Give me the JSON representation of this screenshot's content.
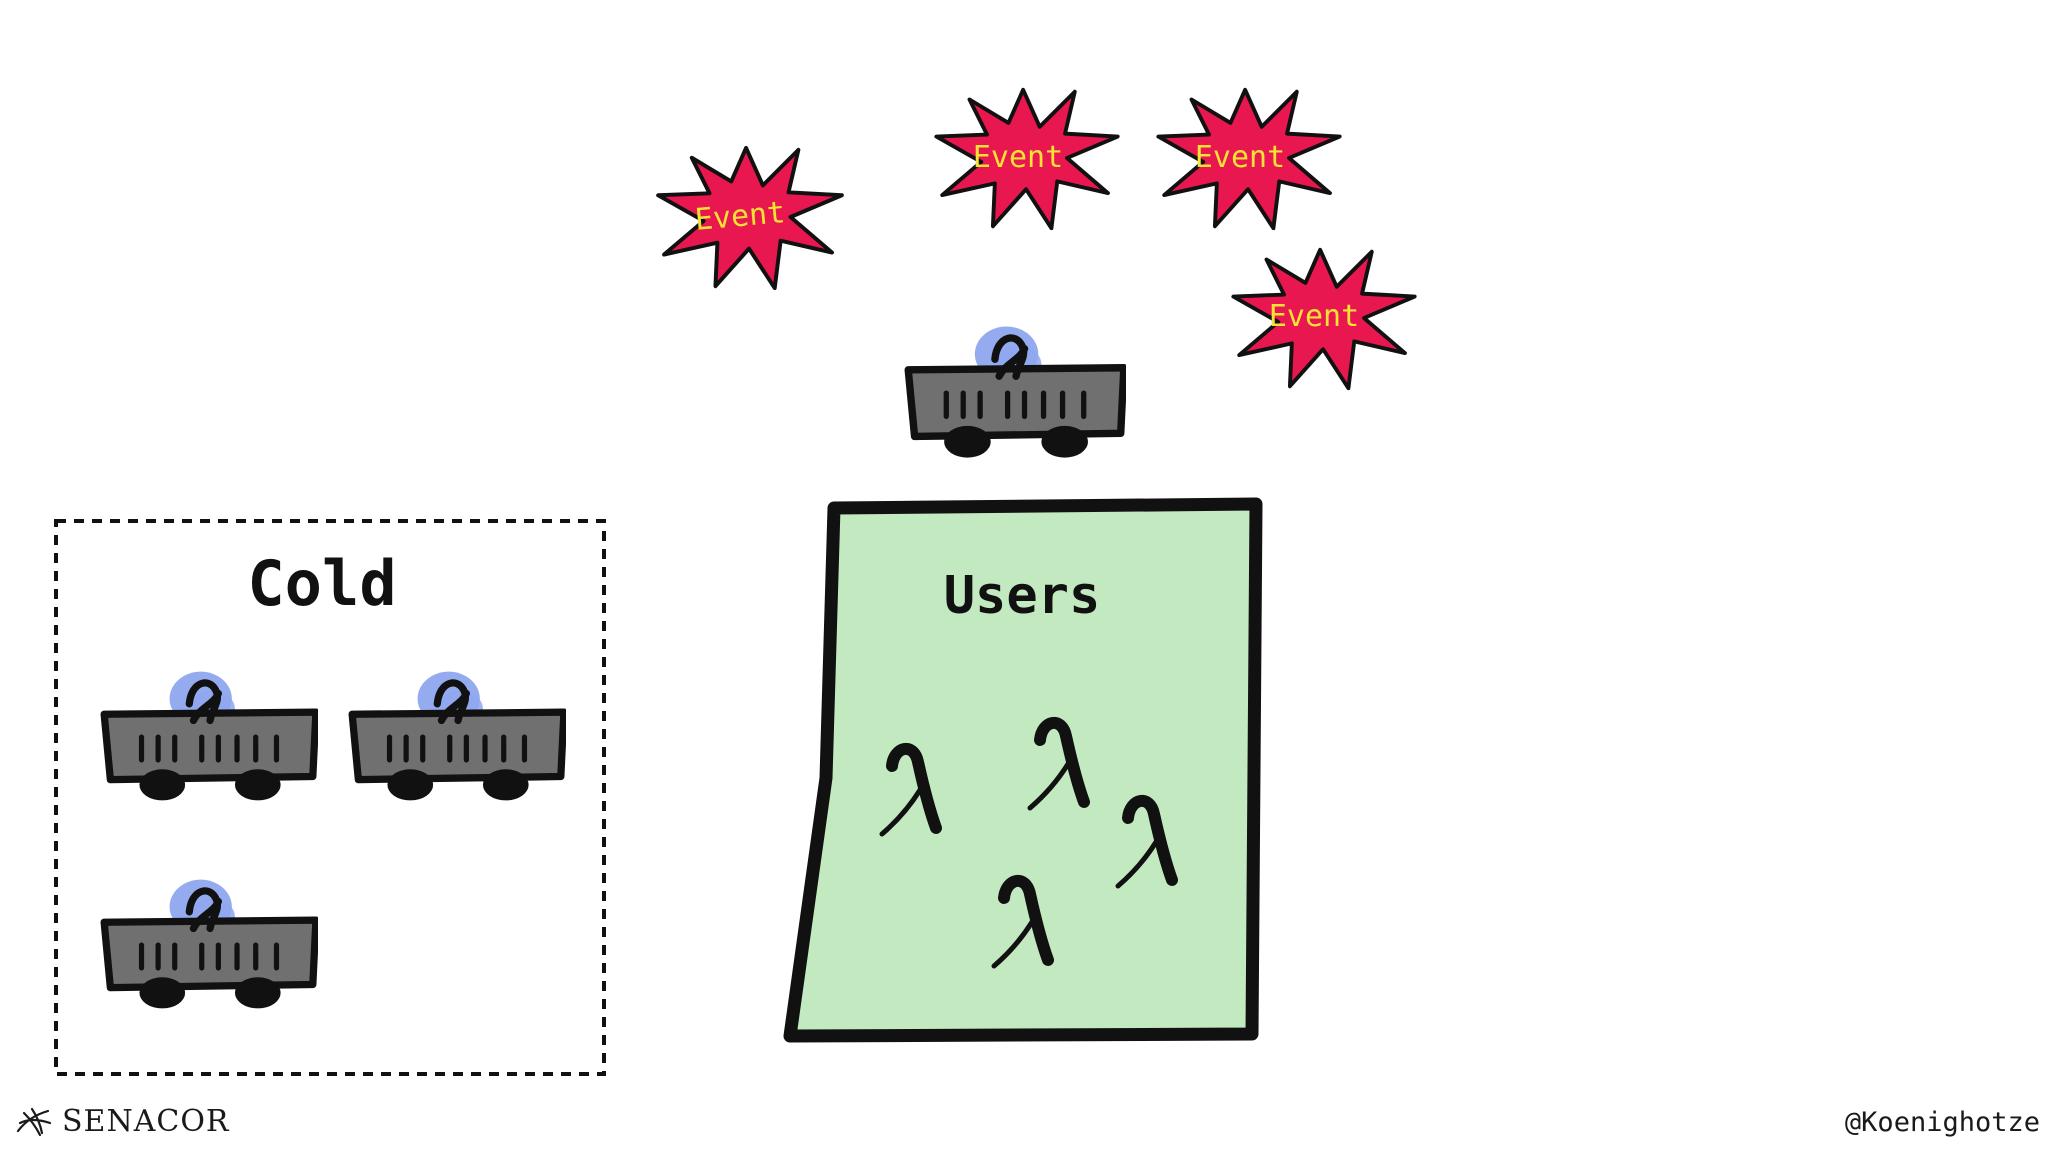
{
  "cold": {
    "title": "Cold"
  },
  "users": {
    "title": "Users"
  },
  "events": {
    "label": "Event"
  },
  "lambda": {
    "glyph": "λ"
  },
  "footer": {
    "brand": "SENACOR",
    "handle": "@Koenighotze"
  },
  "colors": {
    "event_fill": "#e8174f",
    "event_text": "#f5e234",
    "users_fill": "#c3e9c0",
    "container_fill": "#707070",
    "lambda_halo": "#8fa7ef",
    "ink": "#111111"
  }
}
